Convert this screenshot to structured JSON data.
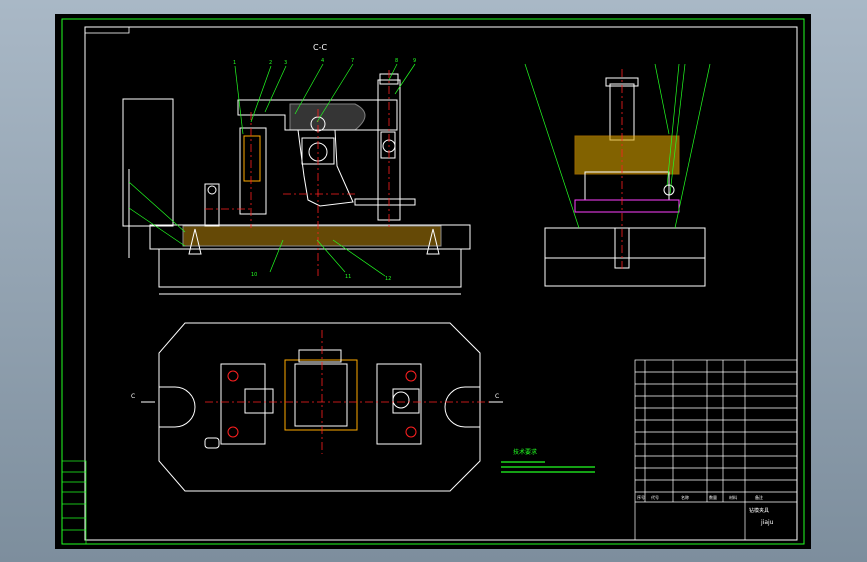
{
  "drawing": {
    "section_label": "C-C",
    "section_marker_left": "C",
    "section_marker_right": "C",
    "leader_numbers_top": [
      "1",
      "2",
      "3",
      "4",
      "7",
      "8",
      "9"
    ],
    "leader_numbers_side": [
      "10",
      "11",
      "12"
    ],
    "notes_heading": "技术要求",
    "title_block_title": "钻模夹具",
    "title_block_code": "jiaju",
    "bom_header": [
      "序号",
      "代号",
      "名称",
      "数量",
      "材料",
      "备注"
    ]
  },
  "colors": {
    "outline": "#ffffff",
    "leader": "#22ff22",
    "centerline": "#ff2020",
    "hatch": "#e0b000",
    "magenta": "#ff40ff",
    "border": "#22ff22"
  }
}
